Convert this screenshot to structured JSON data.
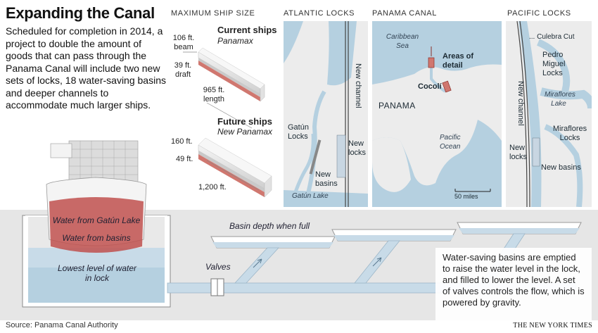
{
  "title": "Expanding the Canal",
  "intro": "Scheduled for completion in 2014, a project to double the amount of goods that can pass through the Panama Canal will include two new sets of locks, 18 water-saving basins and deeper channels to accommodate much larger ships.",
  "ship_size": {
    "heading": "MAXIMUM SHIP SIZE",
    "current": {
      "title": "Current ships",
      "subtitle": "Panamax",
      "beam": "106 ft. beam",
      "draft": "39 ft. draft",
      "length": "965 ft. length"
    },
    "future": {
      "title": "Future ships",
      "subtitle": "New Panamax",
      "beam": "160 ft.",
      "draft": "49 ft.",
      "length": "1,200 ft."
    }
  },
  "atlantic": {
    "heading": "ATLANTIC LOCKS",
    "labels": {
      "new_channel": "New channel",
      "gatun_locks": "Gatún Locks",
      "new_locks": "New locks",
      "new_basins": "New basins",
      "gatun_lake": "Gatún Lake"
    }
  },
  "panama": {
    "heading": "PANAMA CANAL",
    "labels": {
      "caribbean": "Caribbean Sea",
      "areas": "Areas of detail",
      "cocoli": "Cocolí",
      "panama": "PANAMA",
      "pacific": "Pacific Ocean",
      "scale": "50 miles"
    }
  },
  "pacific_locks": {
    "heading": "PACIFIC LOCKS",
    "labels": {
      "culebra": "... Culebra Cut",
      "pedro": "Pedro Miguel Locks",
      "new_channel": "New channel",
      "miraflores_lake": "Miraflores Lake",
      "miraflores_locks": "Miraflores Locks",
      "new_locks": "New locks",
      "new_basins": "New basins"
    }
  },
  "lock": {
    "water_gatun": "Water from Gatún Lake",
    "water_basins": "Water from basins",
    "lowest": "Lowest level of water in lock",
    "basin_depth": "Basin depth when full",
    "valves": "Valves"
  },
  "note": "Water-saving basins are emptied to raise the water level in the lock, and filled to lower the level. A set of valves controls the flow, which is powered by gravity.",
  "source": "Source: Panama Canal Authority",
  "credit": "THE NEW YORK TIMES",
  "colors": {
    "water": "#b5d0e0",
    "land": "#e9e9e9",
    "lock_wall": "#dcdcdc",
    "hull_red": "#c0504d",
    "basin_water": "#c8dbe8"
  }
}
